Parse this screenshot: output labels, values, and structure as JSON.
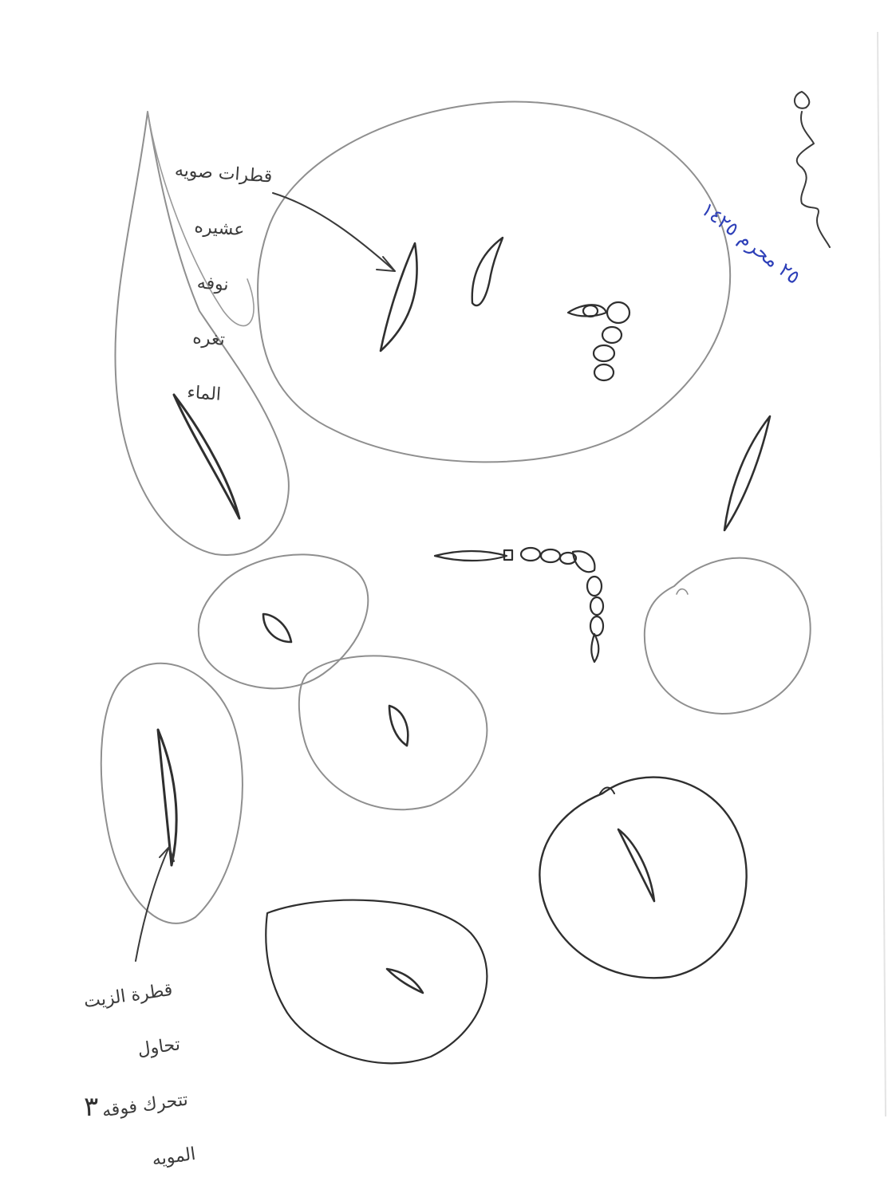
{
  "notes": {
    "top_label": {
      "line1": "قطرات صويه",
      "line2": "عشيره",
      "line3": "نوفه",
      "line4": "تغره",
      "line5": "الماء"
    },
    "bottom_label": {
      "line1": "قطرة الزيت",
      "line2": "تحاول",
      "line3": "تتحرك فوقه",
      "line4": "المويه"
    },
    "date": {
      "text": "٢٥ محرم ١٤٢٥",
      "color": "#2d3fb8"
    },
    "page_number": "٣"
  },
  "colors": {
    "pencil_light": "#9a9a9a",
    "pencil_dark": "#2f2f2f",
    "paper": "#ffffff"
  }
}
